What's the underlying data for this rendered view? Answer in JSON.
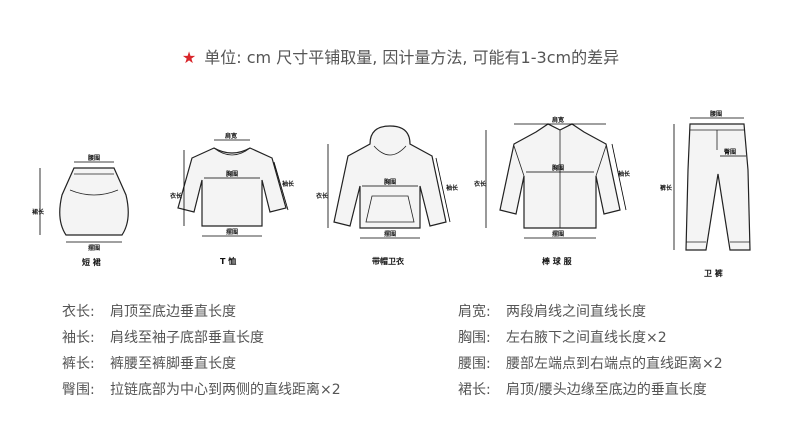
{
  "header": {
    "star": "★",
    "text": "单位: cm  尺寸平铺取量, 因计量方法, 可能有1-3cm的差异"
  },
  "garments": [
    {
      "name": "短 裙",
      "labels": [
        "腰围",
        "裙长",
        "摆围"
      ]
    },
    {
      "name": "T 恤",
      "labels": [
        "肩宽",
        "胸围",
        "衣长",
        "袖长",
        "摆围"
      ]
    },
    {
      "name": "带帽卫衣",
      "labels": [
        "胸围",
        "衣长",
        "袖长",
        "摆围"
      ]
    },
    {
      "name": "棒 球 服",
      "labels": [
        "肩宽",
        "胸围",
        "衣长",
        "袖长",
        "摆围"
      ]
    },
    {
      "name": "卫 裤",
      "labels": [
        "腰围",
        "裤长",
        "臀围"
      ]
    }
  ],
  "legend_left": [
    {
      "term": "衣长:",
      "desc": "肩顶至底边垂直长度"
    },
    {
      "term": "袖长:",
      "desc": "肩线至袖子底部垂直长度"
    },
    {
      "term": "裤长:",
      "desc": "裤腰至裤脚垂直长度"
    },
    {
      "term": "臀围:",
      "desc": "拉链底部为中心到两侧的直线距离×2"
    }
  ],
  "legend_right": [
    {
      "term": "肩宽:",
      "desc": "两段肩线之间直线长度"
    },
    {
      "term": "胸围:",
      "desc": "左右腋下之间直线长度×2"
    },
    {
      "term": "腰围:",
      "desc": "腰部左端点到右端点的直线距离×2"
    },
    {
      "term": "裙长:",
      "desc": "肩顶/腰头边缘至底边的垂直长度"
    }
  ]
}
